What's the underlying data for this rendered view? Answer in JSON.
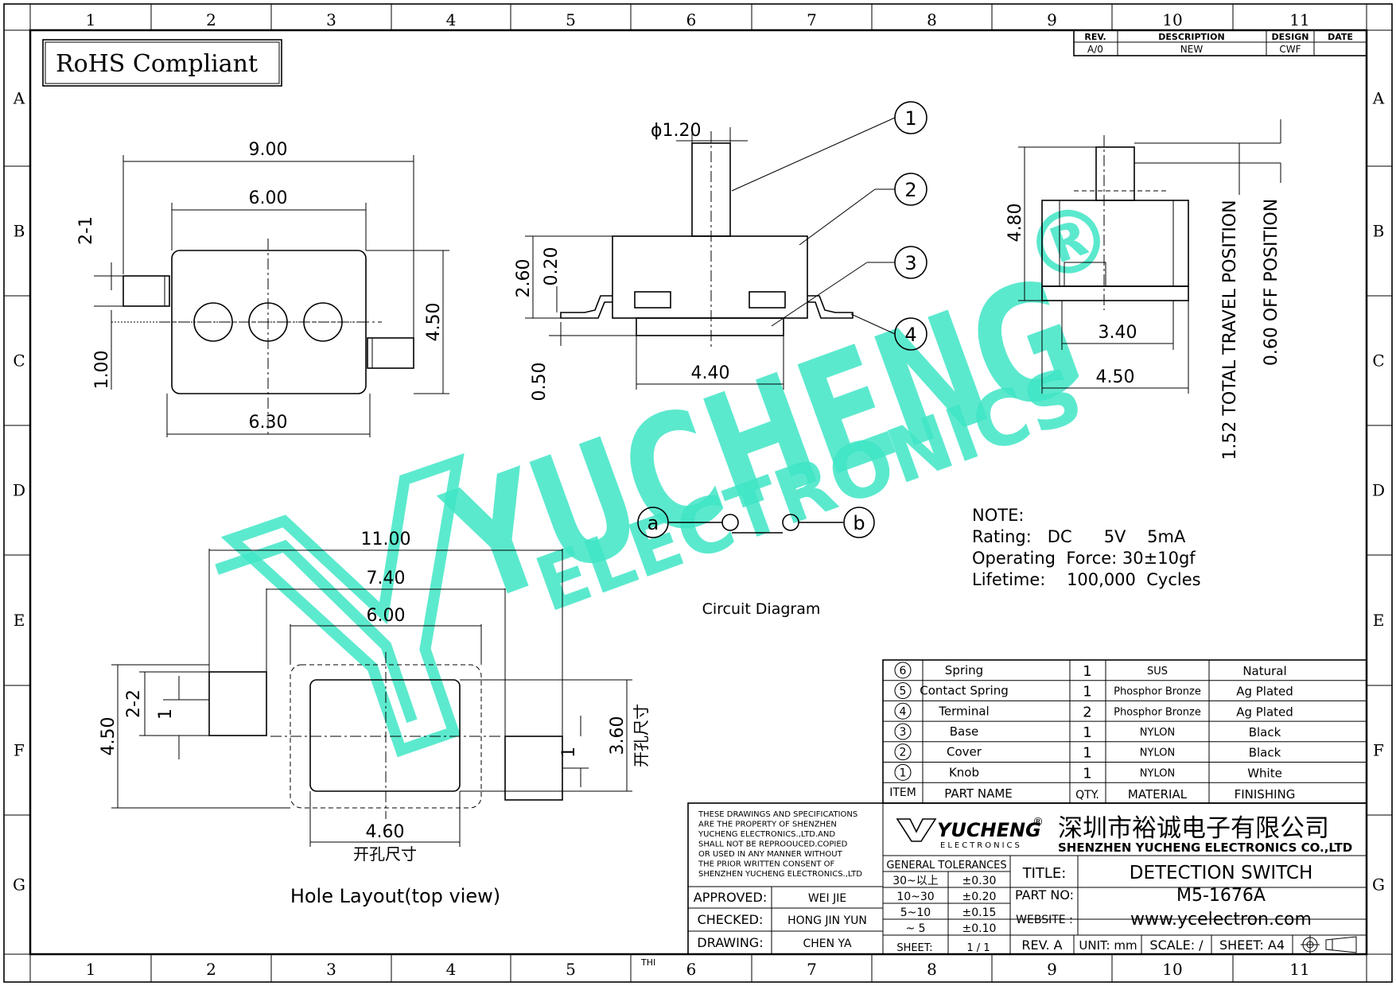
{
  "rohs": "RoHS Compliant",
  "grid": {
    "cols": [
      "1",
      "2",
      "3",
      "4",
      "5",
      "6",
      "7",
      "8",
      "9",
      "10",
      "11"
    ],
    "rows": [
      "A",
      "B",
      "C",
      "D",
      "E",
      "F",
      "G"
    ]
  },
  "revision": {
    "headers": [
      "REV.",
      "DESCRIPTION",
      "DESIGN",
      "DATE"
    ],
    "row": [
      "A/0",
      "NEW",
      "CWF",
      ""
    ]
  },
  "watermark": {
    "brand": "YUCHENG",
    "sub": "ELECTRONICS",
    "reg": "®"
  },
  "top_view": {
    "d1": "9.00",
    "d2": "6.00",
    "d3": "6.30",
    "d4": "4.50",
    "d5": "2-1",
    "d6": "1.00"
  },
  "front_view": {
    "d1": "ϕ1.20",
    "d2": "2.60",
    "d3": "0.20",
    "d4": "0.50",
    "d5": "4.40",
    "c1": "1",
    "c2": "2",
    "c3": "3",
    "c4": "4"
  },
  "side_view": {
    "d1": "4.80",
    "d2": "3.40",
    "d3": "4.50",
    "d4": "1.52 TOTAL TRAVEL POSITION",
    "d5": "0.60 OFF POSITION"
  },
  "circuit": {
    "a": "a",
    "b": "b",
    "label": "Circuit Diagram"
  },
  "note": {
    "title": "NOTE:",
    "lines": [
      "Rating:   DC      5V    5mA",
      "Operating  Force: 30±10gf",
      "Lifetime:    100,000  Cycles"
    ]
  },
  "hole_layout": {
    "d1": "11.00",
    "d2": "7.40",
    "d3": "6.00",
    "d4": "4.50",
    "d5": "2-2",
    "d6": "1",
    "d7": "3.60",
    "d8": "开孔尺寸",
    "d9": "1",
    "d10": "4.60",
    "d11": "开孔尺寸",
    "label": "Hole Layout(top  view)"
  },
  "bom": {
    "rows": [
      {
        "item": "6",
        "name": "Spring",
        "qty": "1",
        "material": "SUS",
        "finish": "Natural"
      },
      {
        "item": "5",
        "name": "Contact  Spring",
        "qty": "1",
        "material": "Phosphor Bronze",
        "finish": "Ag Plated"
      },
      {
        "item": "4",
        "name": "Terminal",
        "qty": "2",
        "material": "Phosphor Bronze",
        "finish": "Ag Plated"
      },
      {
        "item": "3",
        "name": "Base",
        "qty": "1",
        "material": "NYLON",
        "finish": "Black"
      },
      {
        "item": "2",
        "name": "Cover",
        "qty": "1",
        "material": "NYLON",
        "finish": "Black"
      },
      {
        "item": "1",
        "name": "Knob",
        "qty": "1",
        "material": "NYLON",
        "finish": "White"
      }
    ],
    "header": {
      "item": "ITEM",
      "name": "PART  NAME",
      "qty": "QTY.",
      "material": "MATERIAL",
      "finish": "FINISHING"
    }
  },
  "title_block": {
    "notice": [
      "THESE DRAWINGS AND SPECIFICATIONS",
      "ARE THE PROPERTY OF SHENZHEN",
      "YUCHENG ELECTRONICS.,LTD.AND",
      "SHALL NOT BE REPROOUCED.COPIED",
      "OR USED IN ANY MANNER WITHOUT",
      "THE PRIOR WRITTEN CONSENT OF",
      "SHENZHEN YUCHENG ELECTRONICS.,LTD"
    ],
    "approved_label": "APPROVED:",
    "approved": "WEI JIE",
    "checked_label": "CHECKED:",
    "checked": "HONG JIN YUN",
    "drawing_label": "DRAWING:",
    "drawing": "CHEN YA",
    "logo": "YUCHENG",
    "logo_reg": "®",
    "logo_sub": "ELECTRONICS",
    "company_cn": "深圳市裕诚电子有限公司",
    "company_en": "SHENZHEN YUCHENG ELECTRONICS CO.,LTD",
    "tol_title": "GENERAL TOLERANCES",
    "tol": [
      [
        "30~以上",
        "±0.30"
      ],
      [
        "10~30",
        "±0.20"
      ],
      [
        "5~10",
        "±0.15"
      ],
      [
        "~  5",
        "±0.10"
      ]
    ],
    "sheet_label": "SHEET:",
    "sheet": "1 / 1",
    "title_label": "TITLE:",
    "title": "DETECTION SWITCH",
    "part_label": "PART NO:",
    "part": "M5-1676A",
    "web_label": "WEBSITE :",
    "web": "www.ycelectron.com",
    "rev": "REV.  A",
    "unit": "UNIT:  mm",
    "scale": "SCALE:  /",
    "sheet_size": "SHEET:  A4",
    "thi": "THI"
  }
}
